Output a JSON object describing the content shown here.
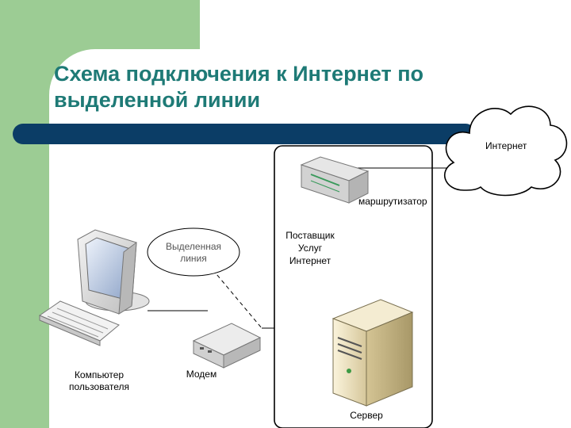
{
  "slide": {
    "title_line1": "Схема подключения к Интернет по",
    "title_line2": "выделенной линии"
  },
  "diagram": {
    "internet_label": "Интернет",
    "router_label": "маршрутизатор",
    "isp_label_line1": "Поставщик",
    "isp_label_line2": "Услуг",
    "isp_label_line3": "Интернет",
    "leased_line_label_line1": "Выделенная",
    "leased_line_label_line2": "линия",
    "modem_label": "Модем",
    "computer_label_line1": "Компьютер",
    "computer_label_line2": "пользователя",
    "server_label": "Сервер"
  },
  "colors": {
    "green": "#9ccc94",
    "title": "#1e7a76",
    "bar": "#0b3d66"
  }
}
